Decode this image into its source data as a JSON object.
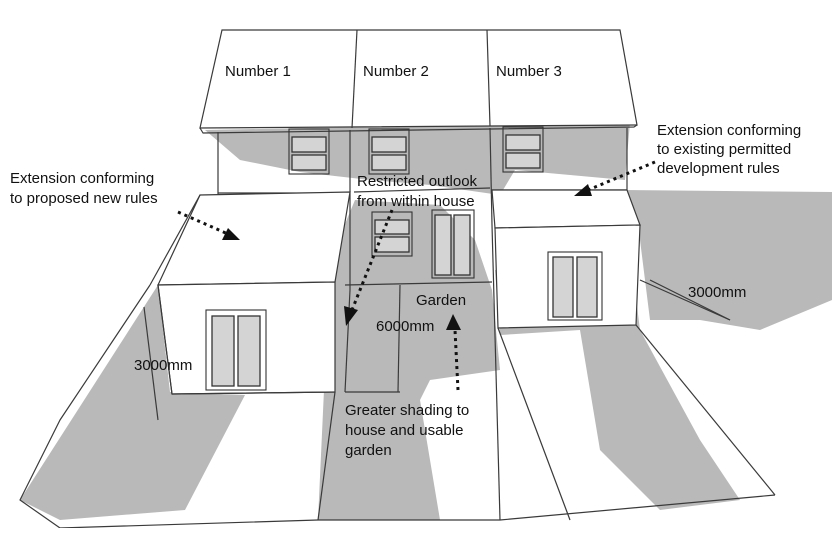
{
  "houses": {
    "number1": "Number 1",
    "number2": "Number 2",
    "number3": "Number 3"
  },
  "labels": {
    "proposed": [
      "Extension conforming",
      "to proposed new rules"
    ],
    "permitted": [
      "Extension conforming",
      "to existing permitted",
      "development rules"
    ],
    "outlook": [
      "Restricted outlook",
      "from within house"
    ],
    "garden": "Garden",
    "depth": "6000mm",
    "height_left": "3000mm",
    "height_right": "3000mm",
    "shading": [
      "Greater shading to",
      "house and usable",
      "garden"
    ]
  },
  "colors": {
    "shadow": "#b9b9b9",
    "glass": "#d4d4d4",
    "line": "#3a3a3a"
  }
}
